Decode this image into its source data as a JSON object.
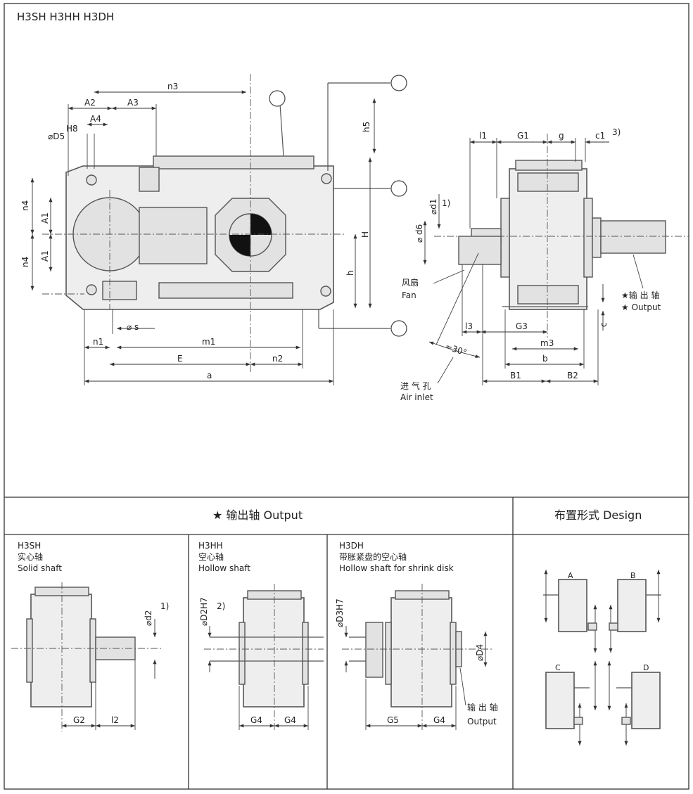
{
  "title": "H3SH  H3HH H3DH",
  "main_labels": {
    "n3": "n3",
    "A2": "A2",
    "A3": "A3",
    "A4": "A4",
    "H8": "H8",
    "D5": "⌀D5",
    "n4_top": "n4",
    "n4_bottom": "n4",
    "A1_top": "A1",
    "A1_bottom": "A1",
    "h5": "h5",
    "H": "H",
    "h": "h",
    "s": "⌀ s",
    "n1": "n1",
    "m1": "m1",
    "E": "E",
    "n2": "n2",
    "a": "a"
  },
  "side_labels": {
    "l1": "l1",
    "G1": "G1",
    "g": "g",
    "c1": "c1",
    "note3": "3)",
    "d1": "⌀d1",
    "note1": "1)",
    "d6": "⌀ d6",
    "fan_cn": "风扇",
    "fan_en": "Fan",
    "output_cn": "★输 出 轴",
    "output_en": "★ Output",
    "l3": "l3",
    "G3": "G3",
    "c": "c",
    "m3": "m3",
    "angle": "≈30°",
    "b": "b",
    "B1": "B1",
    "B2": "B2",
    "air_cn": "进 气 孔",
    "air_en": "Air inlet"
  },
  "sections": {
    "output_heading": "★ 输出轴 Output",
    "design_heading": "布置形式 Design"
  },
  "panels": {
    "h3sh": {
      "code": "H3SH",
      "cn": "实心轴",
      "en": "Solid shaft",
      "d2": "⌀d2",
      "note": "1)",
      "G2": "G2",
      "l2": "l2"
    },
    "h3hh": {
      "code": "H3HH",
      "cn": "空心轴",
      "en": "Hollow shaft",
      "d2h7": "⌀D2H7",
      "note": "2)",
      "G4a": "G4",
      "G4b": "G4"
    },
    "h3dh": {
      "code": "H3DH",
      "cn": "带胀紧盘的空心轴",
      "en": "Hollow shaft for shrink disk",
      "d3h7": "⌀D3H7",
      "d4": "⌀D4",
      "G5": "G5",
      "G4": "G4",
      "out_cn": "输 出 轴",
      "out_en": "Output"
    }
  },
  "design": {
    "A": "A",
    "B": "B",
    "C": "C",
    "D": "D"
  },
  "colors": {
    "line": "#555555",
    "fill": "#eeeeee",
    "text": "#222222"
  }
}
